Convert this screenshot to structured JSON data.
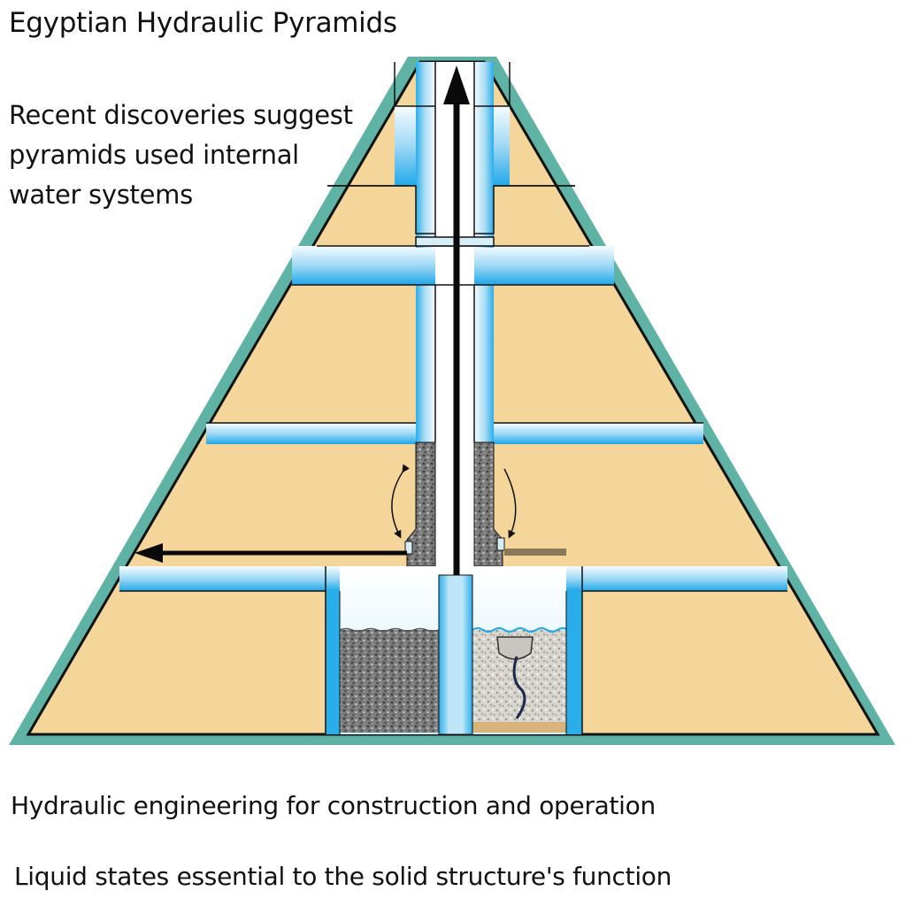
{
  "title": "Egyptian Hydraulic Pyramids",
  "intro": {
    "lines": [
      "Recent discoveries suggest",
      "pyramids used internal",
      "water systems"
    ]
  },
  "captions": {
    "line1": "Hydraulic engineering for construction and operation",
    "line2": "Liquid states essential to the solid structure's function"
  },
  "colors": {
    "outline": "#5fb3a5",
    "stone": "#f4d69a",
    "water": "#22aaea",
    "arrow": "#0a0a0a"
  }
}
